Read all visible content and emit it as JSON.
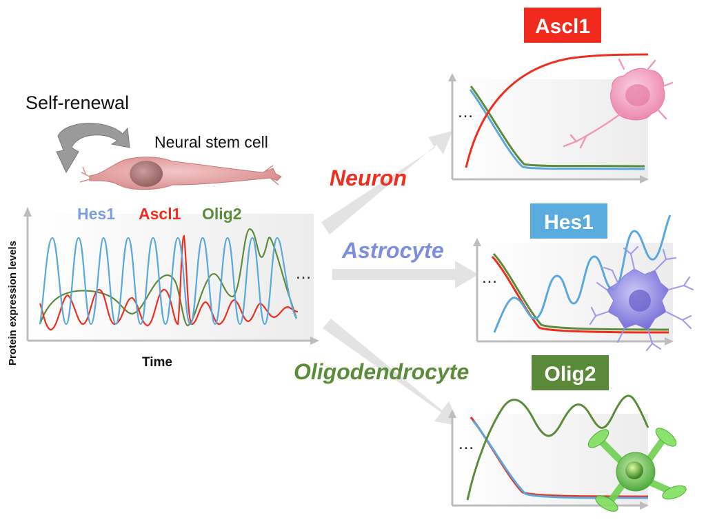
{
  "colors": {
    "hes1": "#5aa8dc",
    "ascl1": "#ef2e1f",
    "olig2": "#5b8c3a",
    "hes1_label": "#7b9ee0",
    "astrocyte_label": "#7d8de0",
    "badge_ascl1": "#f02a1c",
    "badge_hes1": "#5aacdf",
    "badge_olig2": "#5a8a39",
    "arrow": "#e3e3e3",
    "panel": "#f2f2f2",
    "axis": "#bdbdbd"
  },
  "stem": {
    "self_renewal": "Self-renewal",
    "cell_label": "Neural stem cell",
    "legend": {
      "hes1": "Hes1",
      "ascl1": "Ascl1",
      "olig2": "Olig2"
    },
    "ylabel": "Protein expression levels",
    "xlabel": "Time",
    "ellipsis": "…"
  },
  "fates": [
    {
      "name": "Neuron",
      "badge": "Ascl1",
      "ellipsis": "…"
    },
    {
      "name": "Astrocyte",
      "badge": "Hes1",
      "ellipsis": "…"
    },
    {
      "name": "Oligodendrocyte",
      "badge": "Olig2",
      "ellipsis": "…"
    }
  ]
}
